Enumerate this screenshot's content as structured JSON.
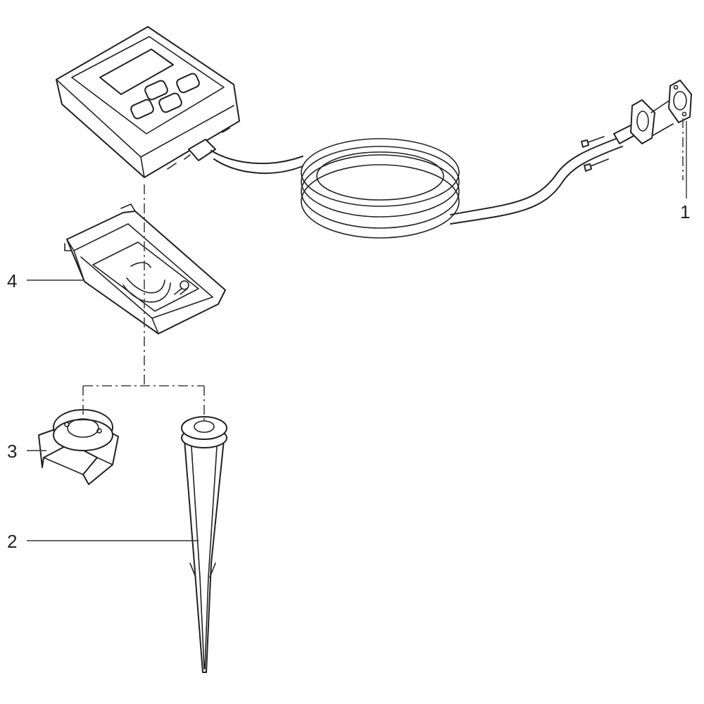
{
  "diagram": {
    "callouts": [
      {
        "id": "1",
        "label": "1"
      },
      {
        "id": "2",
        "label": "2"
      },
      {
        "id": "3",
        "label": "3"
      },
      {
        "id": "4",
        "label": "4"
      }
    ],
    "colors": {
      "line": "#222222",
      "background": "#ffffff"
    }
  }
}
